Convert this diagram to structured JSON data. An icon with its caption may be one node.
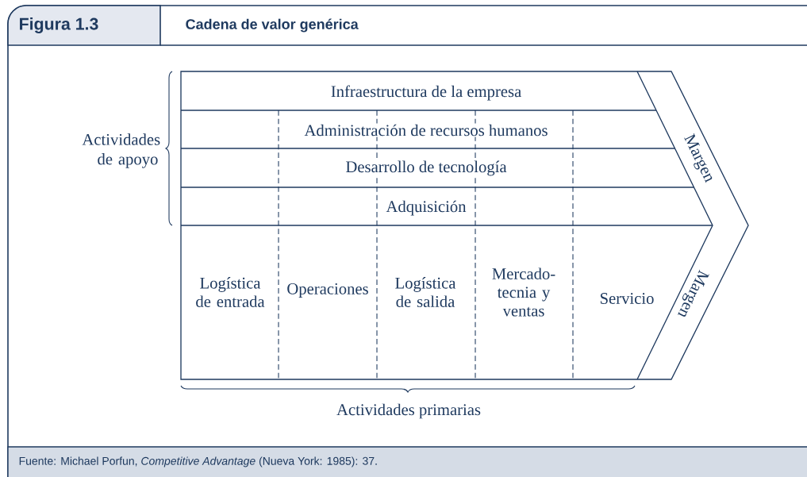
{
  "diagram": {
    "title": "Cadena de valor genérica",
    "caption": "Fuente: Michael Porfun, *Competitive Advantage* (Nueva York: 1985): 37.",
    "nodes": [
      {
        "text": [
          "Infraestructura de la empresa"
        ]
      },
      {
        "text": [
          "Administración de recursos humanos"
        ]
      },
      {
        "text": [
          "Desarrollo de tecnología"
        ]
      },
      {
        "text": [
          "Adquisición"
        ]
      },
      {
        "text": [
          "Logística de entrada"
        ]
      },
      {
        "text": [
          "Operaciones"
        ]
      },
      {
        "text": [
          "Logística de salida"
        ]
      },
      {
        "text": [
          "Mercado- tecnia y ventas"
        ]
      },
      {
        "text": [
          "Servicio"
        ]
      },
      {
        "text": [
          "Margen"
        ]
      },
      {
        "text": [
          "Margen"
        ]
      }
    ],
    "labels": [
      "Figura 1.3",
      "Actividades de apoyo",
      "Actividades primarias"
    ]
  }
}
